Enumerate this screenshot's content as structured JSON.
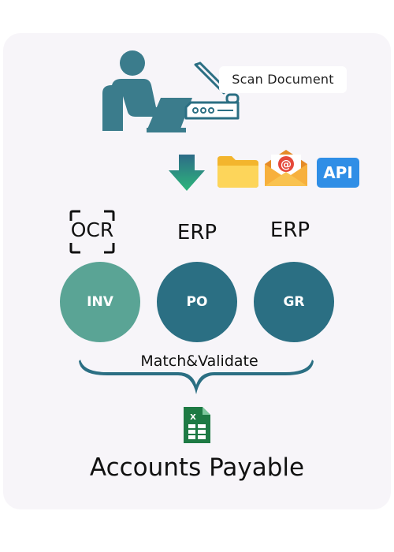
{
  "scan_label": "Scan Document",
  "sources": {
    "ocr": "OCR",
    "erp_1": "ERP",
    "erp_2": "ERP",
    "api": "API"
  },
  "nodes": [
    {
      "label": "INV",
      "color": "#5aa495"
    },
    {
      "label": "PO",
      "color": "#2b6f83"
    },
    {
      "label": "GR",
      "color": "#2b6f83"
    }
  ],
  "match_label": "Match&Validate",
  "output_label": "Accounts Payable",
  "icons": [
    "user-at-laptop-icon",
    "scanner-icon",
    "down-arrow-icon",
    "folder-icon",
    "email-icon",
    "api-icon",
    "ocr-scan-frame-icon",
    "excel-spreadsheet-icon"
  ],
  "colors": {
    "teal_dark": "#2b6f83",
    "teal_light": "#5aa495",
    "card_bg": "#f7f5f9",
    "folder": "#f9cd51",
    "email": "#f0a837",
    "api": "#2f8ee6",
    "excel": "#1e7a44"
  }
}
